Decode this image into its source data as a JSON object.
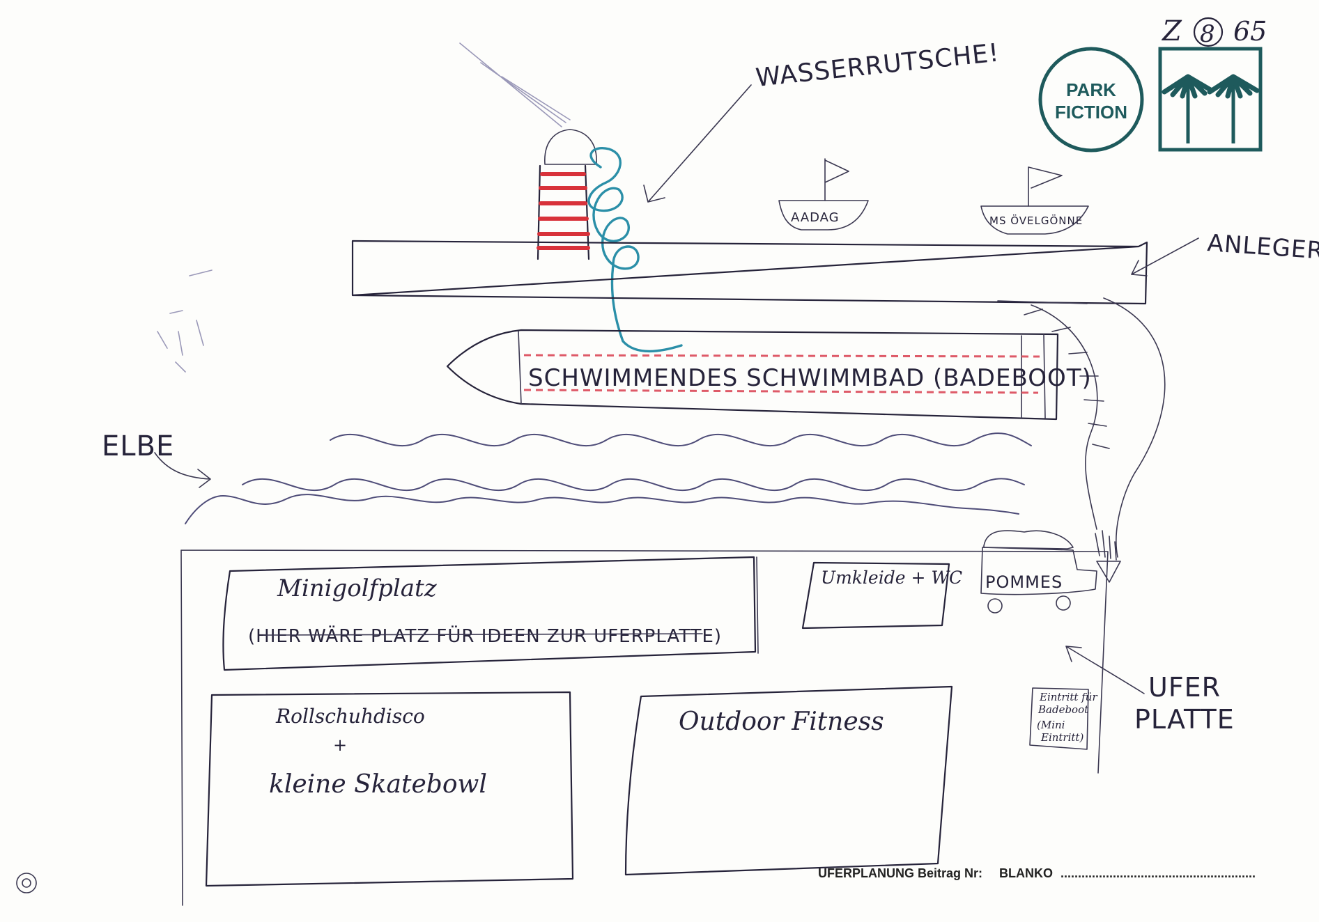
{
  "header": {
    "sheet_number": "Z",
    "sheet_number_circled": "8",
    "sheet_number_suffix": "65"
  },
  "logo": {
    "line1": "PARK",
    "line2": "FICTION",
    "color": "#1e5a5c"
  },
  "labels": {
    "slide": "WASSERRUTSCHE!",
    "pier": "ANLEGER",
    "river": "ELBE",
    "boat1": "AADAG",
    "boat2": "MS ÖVELGÖNNE",
    "pool_boat": "SCHWIMMENDES SCHWIMMBAD (BADEBOOT)",
    "shore_label_line1": "UFER",
    "shore_label_line2": "PLATTE"
  },
  "plots": {
    "minigolf_title": "Minigolfplatz",
    "minigolf_note": "(HIER WÄRE PLATZ FÜR IDEEN ZUR UFERPLATTE)",
    "changing": "Umkleide + WC",
    "pommes": "POMMES",
    "entry_line1": "Eintritt für",
    "entry_line2": "Badeboot",
    "entry_line3": "(Mini",
    "entry_line4": "Eintritt)",
    "roller_line1": "Rollschuhdisco",
    "roller_plus": "+",
    "roller_line2": "kleine Skatebowl",
    "fitness": "Outdoor Fitness"
  },
  "footer": {
    "form_label": "UFERPLANUNG Beitrag Nr:",
    "form_value": "BLANKO",
    "form_dots": "........................................................"
  },
  "colors": {
    "ink": "#26233a",
    "slide_blue": "#2b8fa8",
    "lighthouse_red": "#d8323a"
  }
}
